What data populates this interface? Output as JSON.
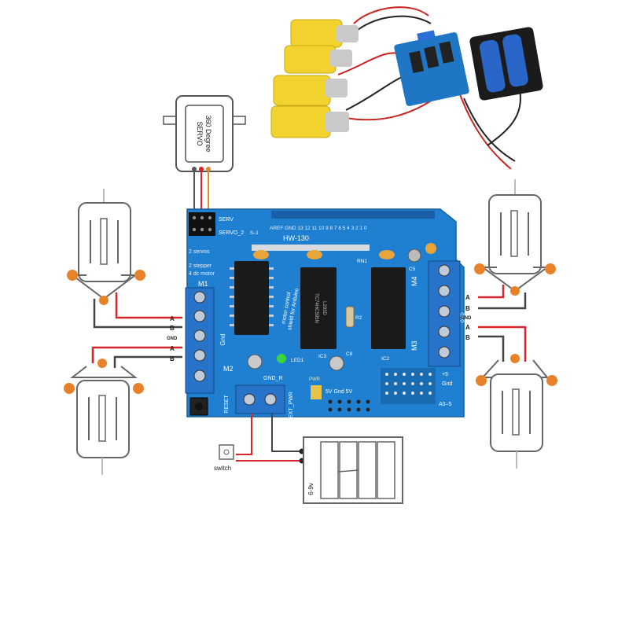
{
  "servo": {
    "line1": "360 Degree",
    "line2": "SERVO"
  },
  "board": {
    "model": "HW-130",
    "header_top": "AREF GND 13 12 11 10 9 8 7 6 5 4 3 2 1 0",
    "servo_label_1": "SERV",
    "servo_label_2": "SERVO_2",
    "servo_header_mark": "S–1",
    "desc_1": "2 servos",
    "desc_2": "2 stepper",
    "desc_3": "4 dc motor",
    "m1": "M1",
    "m2": "M2",
    "m3": "M3",
    "m4": "M4",
    "gnd_left": "Gnd",
    "gnd_right": "GND",
    "motor_control": "motor control",
    "shield_for_arduino": "shield for Arduino",
    "ic_code_1": "TC74HC595N",
    "ic_code_2": "L293D",
    "rn1": "RN1",
    "r2": "R2",
    "c5": "C5",
    "c8": "C8",
    "ic2": "IC2",
    "ic3": "IC3",
    "led1": "LED1",
    "gnd_r": "GND_R",
    "pwr": "PWR",
    "ext_pwr": "EXT_PWR",
    "reset": "RESET",
    "volt_row": "5V Gnd 5V",
    "plus5": "+5",
    "gnd_small": "Gnd",
    "a0_a5": "A0–5"
  },
  "labels": {
    "a": "A",
    "b": "B",
    "gnd": "GND",
    "switch": "switch",
    "battery": "6-9v"
  },
  "colors": {
    "board": "#1f7fd0",
    "terminal": "#2673c9",
    "wire_red": "#d8242a",
    "wire_black": "#333333",
    "servo_orange": "#e08a2c",
    "motor_tab": "#e8822a",
    "motor_yellow": "#f2d32e"
  }
}
